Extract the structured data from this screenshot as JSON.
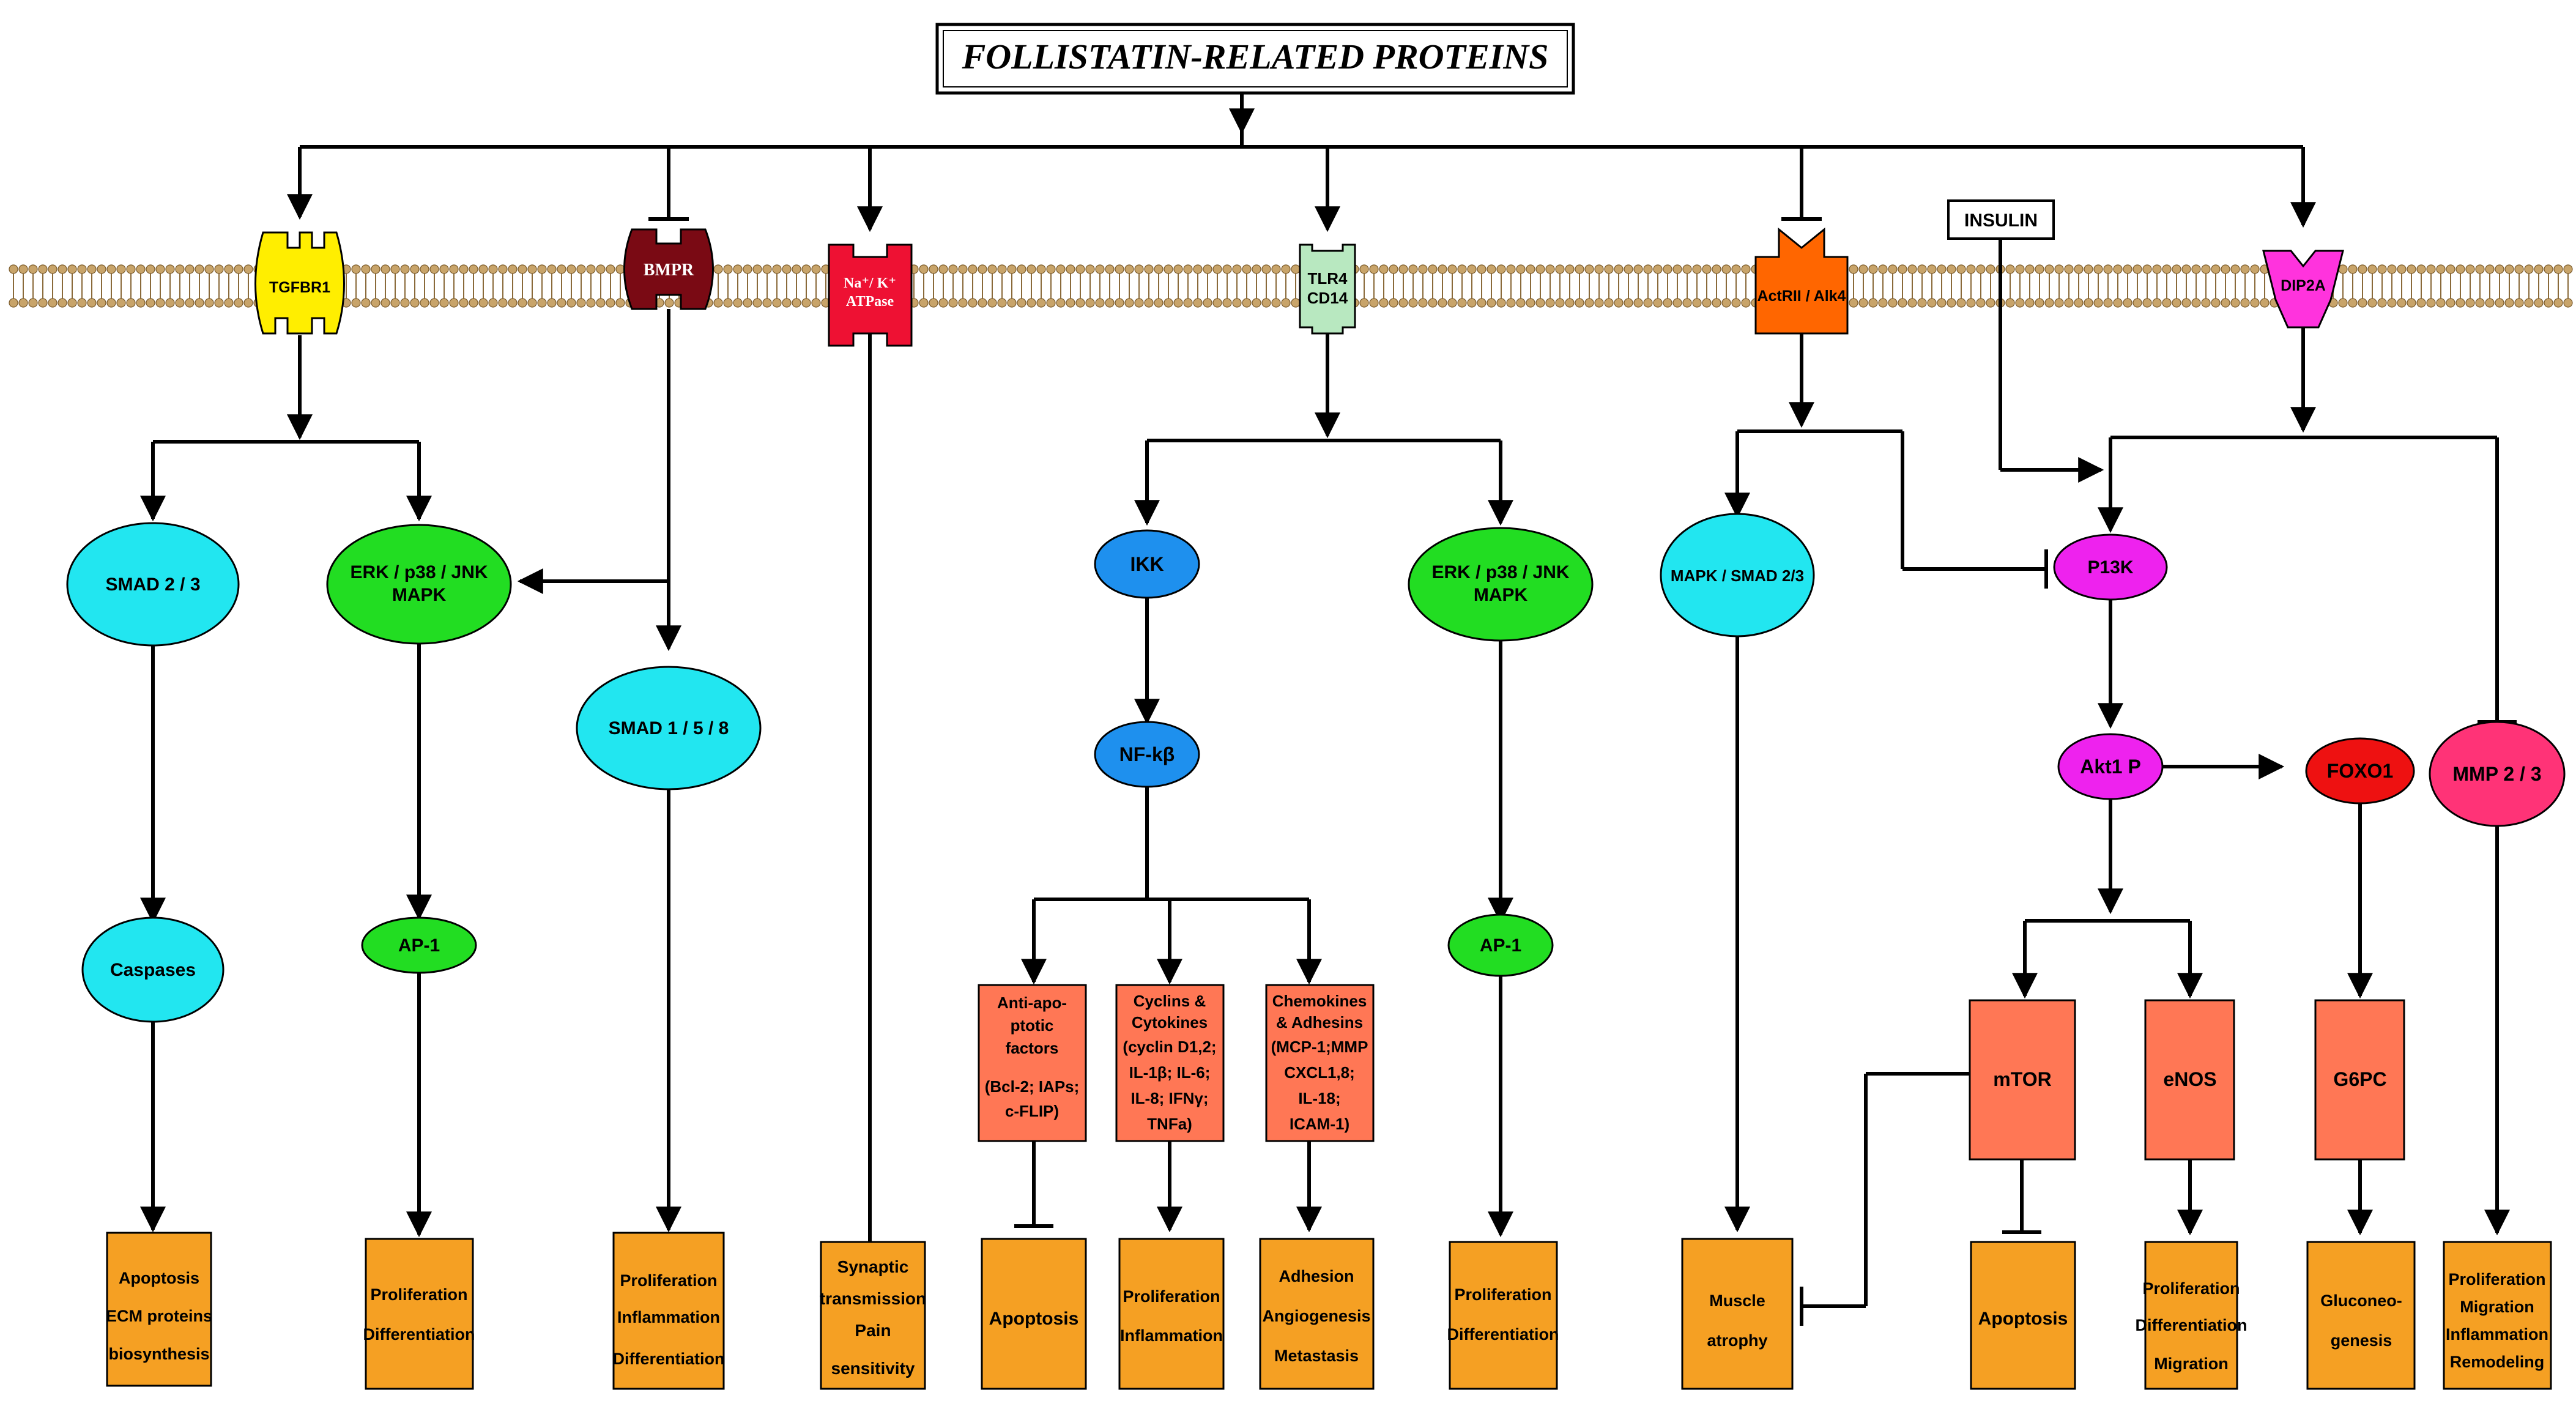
{
  "title": "FOLLISTATIN-RELATED PROTEINS",
  "insulin": "INSULIN",
  "receptors": {
    "tgfbr1": "TGFBR1",
    "bmpr": "BMPR",
    "na_k": [
      "Na⁺/ K⁺",
      "ATPase"
    ],
    "tlr4": [
      "TLR4",
      "CD14"
    ],
    "actrii": "ActRII / Alk4",
    "dip2a": "DIP2A"
  },
  "nodes": {
    "smad23": "SMAD 2 / 3",
    "erk1": [
      "ERK / p38 / JNK",
      "MAPK"
    ],
    "smad158": "SMAD 1 / 5 / 8",
    "caspases": "Caspases",
    "ap1_a": "AP-1",
    "ikk": "IKK",
    "nfkb": "NF-kβ",
    "erk2": [
      "ERK / p38 / JNK",
      "MAPK"
    ],
    "ap1_b": "AP-1",
    "mapk_smad": "MAPK / SMAD 2/3",
    "pi3k": "P13K",
    "akt": "Akt1 P",
    "foxo1": "FOXO1",
    "mmp": "MMP 2 / 3"
  },
  "mid_boxes": {
    "anti_apoptotic": [
      "Anti-apo-",
      "ptotic",
      "factors",
      "(Bcl-2; IAPs;",
      "c-FLIP)"
    ],
    "cyclins": [
      "Cyclins &",
      "Cytokines",
      "(cyclin D1,2;",
      "IL-1β; IL-6;",
      "IL-8; IFNγ;",
      "TNFa)"
    ],
    "chemokines": [
      "Chemokines",
      "& Adhesins",
      "(MCP-1;MMP",
      "CXCL1,8;",
      "IL-18;",
      "ICAM-1)"
    ],
    "mtor": "mTOR",
    "enos": "eNOS",
    "g6pc": "G6PC"
  },
  "outcomes": {
    "o1": [
      "Apoptosis",
      "ECM proteins",
      "biosynthesis"
    ],
    "o2": [
      "Proliferation",
      "Differentiation"
    ],
    "o3": [
      "Proliferation",
      "Inflammation",
      "Differentiation"
    ],
    "o4": [
      "Synaptic",
      "transmission",
      "Pain",
      "sensitivity"
    ],
    "o5": [
      "Apoptosis"
    ],
    "o6": [
      "Proliferation",
      "Inflammation"
    ],
    "o7": [
      "Adhesion",
      "Angiogenesis",
      "Metastasis"
    ],
    "o8": [
      "Proliferation",
      "Differentiation"
    ],
    "o9": [
      "Muscle",
      "atrophy"
    ],
    "o10": [
      "Apoptosis"
    ],
    "o11": [
      "Proliferation",
      "Differentiation",
      "Migration"
    ],
    "o12": [
      "Gluconeo-",
      "genesis"
    ],
    "o13": [
      "Proliferation",
      "Migration",
      "Inflammation",
      "Remodeling"
    ]
  },
  "colors": {
    "title_text": "#1a1a8c",
    "membrane": "#c8a46a",
    "tgfbr1": "#ffee00",
    "bmpr": "#7a0a14",
    "na_k": "#ee1133",
    "tlr4": "#b8e8c0",
    "actrii": "#ff6600",
    "dip2a": "#ff33dd",
    "cyan": "#22e6f0",
    "green": "#22dd22",
    "blue": "#1e90ee",
    "magenta": "#ee22ee",
    "red": "#ee1111",
    "pink": "#ff3377",
    "salmon": "#ff7755",
    "orange": "#f5a023"
  }
}
